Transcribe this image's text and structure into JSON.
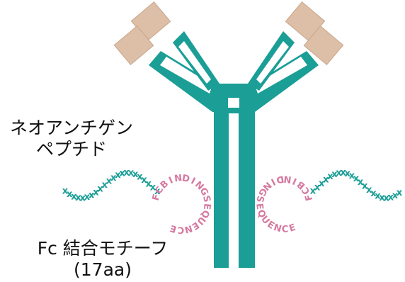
{
  "colors": {
    "antibody": "#1a9e96",
    "antibody_dark": "#147f79",
    "antigen_tip": "#dcbfa6",
    "peptide": "#1a9e96",
    "fc_sequence": "#d57aa0",
    "text": "#111111"
  },
  "labels": {
    "neoantigen_line1": "ネオアンチゲン",
    "neoantigen_line2": "ペプチド",
    "fc_motif_line1": "Fc 結合モチーフ",
    "fc_motif_line2": "(17aa)"
  },
  "peptide_mark": "x",
  "fc_sequence_left": "FCBINDINGSEQUENCE",
  "fc_sequence_right": "FCBINDINGSEQUENCE",
  "icons": [
    "antibody-icon",
    "peptide-chain-icon"
  ]
}
